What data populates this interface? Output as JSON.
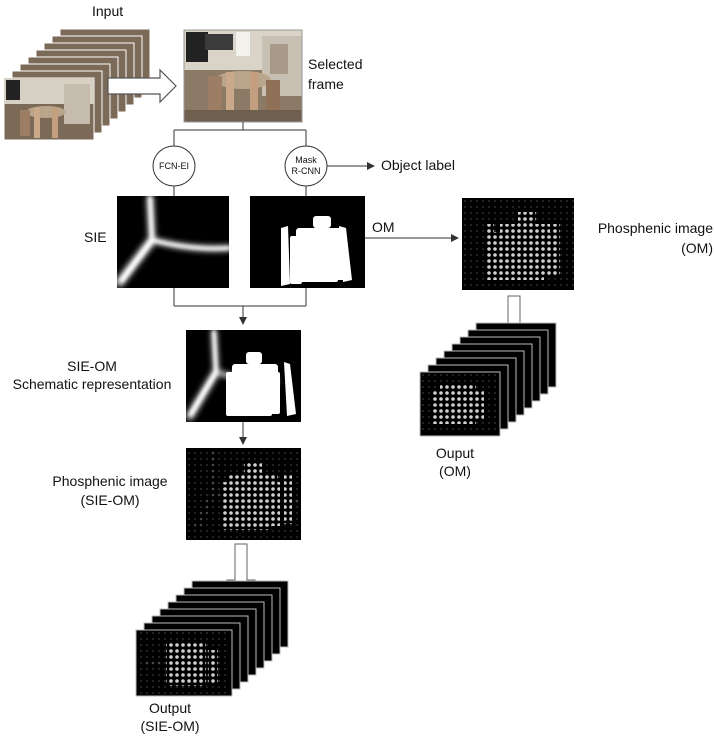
{
  "labels": {
    "input": "Input",
    "selected_frame_line1": "Selected",
    "selected_frame_line2": "frame",
    "fcn_ei": "FCN-EI",
    "mask_line1": "Mask",
    "mask_line2": "R-CNN",
    "object_label": "Object label",
    "sie": "SIE",
    "om": "OM",
    "phos_om_line1": "Phosphenic image",
    "phos_om_line2": "(OM)",
    "sie_om_line1": "SIE-OM",
    "sie_om_line2": "Schematic representation",
    "phos_sieom_line1": "Phosphenic image",
    "phos_sieom_line2": "(SIE-OM)",
    "output_om_line1": "Ouput",
    "output_om_line2": "(OM)",
    "output_sieom_line1": "Output",
    "output_sieom_line2": "(SIE-OM)"
  },
  "colors": {
    "line": "#333333",
    "image_bg": "#000000",
    "stack_border": "#bbbbbb",
    "mask": "#ffffff",
    "phosphene": "#cfcfcf"
  }
}
